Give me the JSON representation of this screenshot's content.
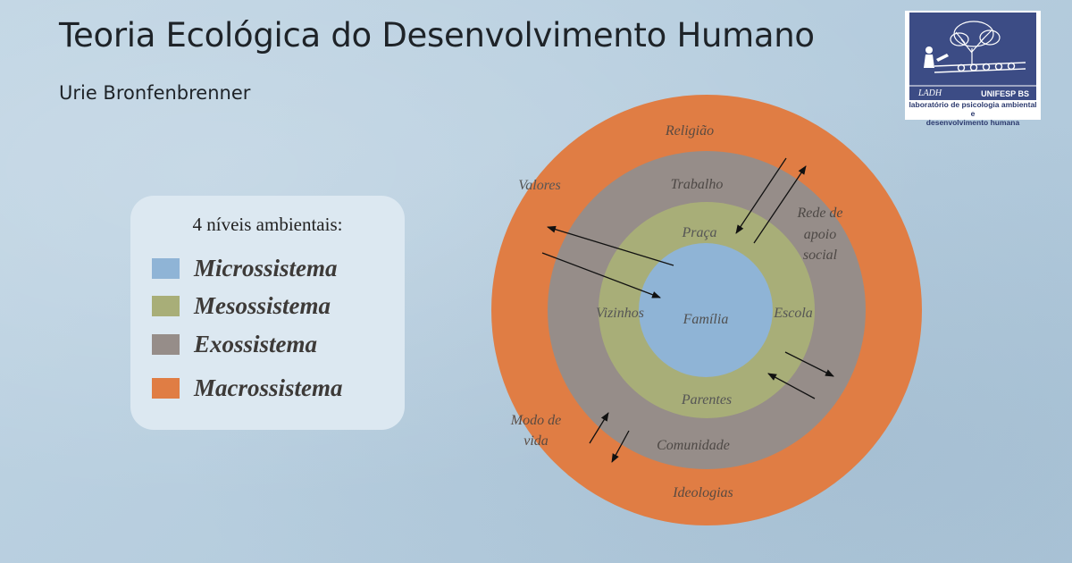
{
  "title": "Teoria Ecológica do Desenvolvimento Humano",
  "subtitle": "Urie Bronfenbrenner",
  "legend": {
    "heading": "4 níveis ambientais:",
    "items": [
      {
        "label": "Microssistema",
        "color": "#8fb4d6"
      },
      {
        "label": "Mesossistema",
        "color": "#a8ae78"
      },
      {
        "label": "Exossistema",
        "color": "#968d89"
      },
      {
        "label": "Macrossistema",
        "color": "#e07d44"
      }
    ]
  },
  "logo": {
    "left_text": "LADH",
    "right_text": "UNIFESP BS",
    "caption_line1": "laboratório de psicologia ambiental e",
    "caption_line2": "desenvolvimento humana"
  },
  "diagram": {
    "colors": {
      "macro": "#e07d44",
      "exo": "#968d89",
      "meso": "#a8ae78",
      "micro": "#8fb4d6"
    },
    "labels": {
      "familia": "Família",
      "vizinhos": "Vizinhos",
      "escola": "Escola",
      "praca": "Praça",
      "parentes": "Parentes",
      "trabalho": "Trabalho",
      "comunidade": "Comunidade",
      "rede_1": "Rede de",
      "rede_2": "apoio",
      "rede_3": "social",
      "religiao": "Religião",
      "valores": "Valores",
      "ideologias": "Ideologias",
      "modo_1": "Modo de",
      "modo_2": "vida"
    }
  }
}
